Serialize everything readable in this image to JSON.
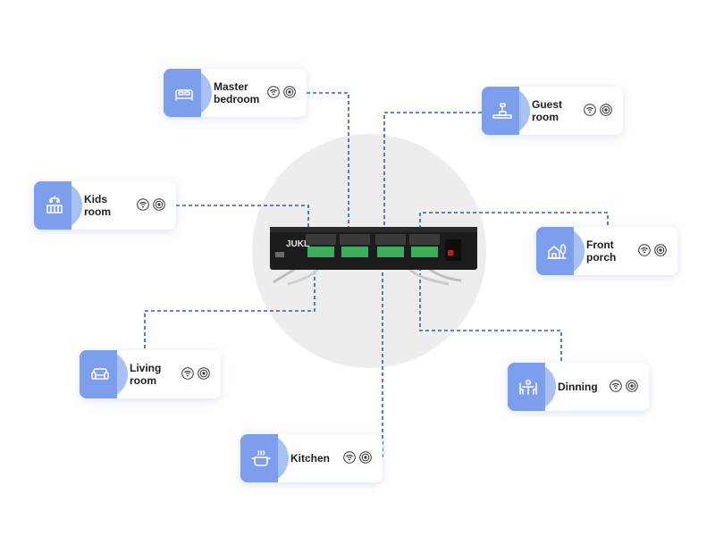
{
  "hub": {
    "brand": "JUKE"
  },
  "rooms": [
    {
      "id": "master-bedroom",
      "label": "Master\nbedroom",
      "icon": "bed-icon"
    },
    {
      "id": "guest-room",
      "label": "Guest\nroom",
      "icon": "desk-lamp-icon"
    },
    {
      "id": "kids-room",
      "label": "Kids\nroom",
      "icon": "crib-mobile-icon"
    },
    {
      "id": "front-porch",
      "label": "Front\nporch",
      "icon": "house-tree-icon"
    },
    {
      "id": "living-room",
      "label": "Living\nroom",
      "icon": "sofa-icon"
    },
    {
      "id": "dinning",
      "label": "Dinning",
      "icon": "dining-table-icon"
    },
    {
      "id": "kitchen",
      "label": "Kitchen",
      "icon": "cooking-pot-icon"
    }
  ],
  "status_icons": [
    "wifi-icon",
    "airplay-icon"
  ],
  "colors": {
    "accent": "#7d9eec",
    "accent_light": "#a9c0f3",
    "wire": "#2d5fa8",
    "circle": "#ededed"
  }
}
